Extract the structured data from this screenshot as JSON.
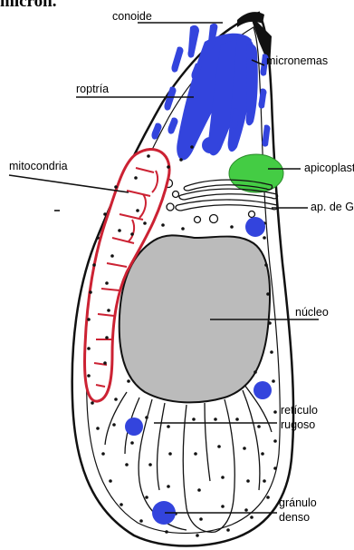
{
  "header_fragment": "micron.",
  "labels": {
    "conoide": "conoide",
    "micronemas": "micronemas",
    "roptria": "roptría",
    "mitocondria": "mitocondria",
    "apicoplasto": "apicoplasto",
    "golgi": "ap. de Golgi",
    "nucleo": "núcleo",
    "reticulo_1": "retículo",
    "reticulo_2": "rugoso",
    "granulo_1": "gránulo",
    "granulo_2": "denso"
  },
  "colors": {
    "micronemes": "#3344dd",
    "apicoplast": "#44cc44",
    "mitochondrion": "#cc2233",
    "nucleus": "#bbbbbb",
    "outline": "#111111"
  }
}
